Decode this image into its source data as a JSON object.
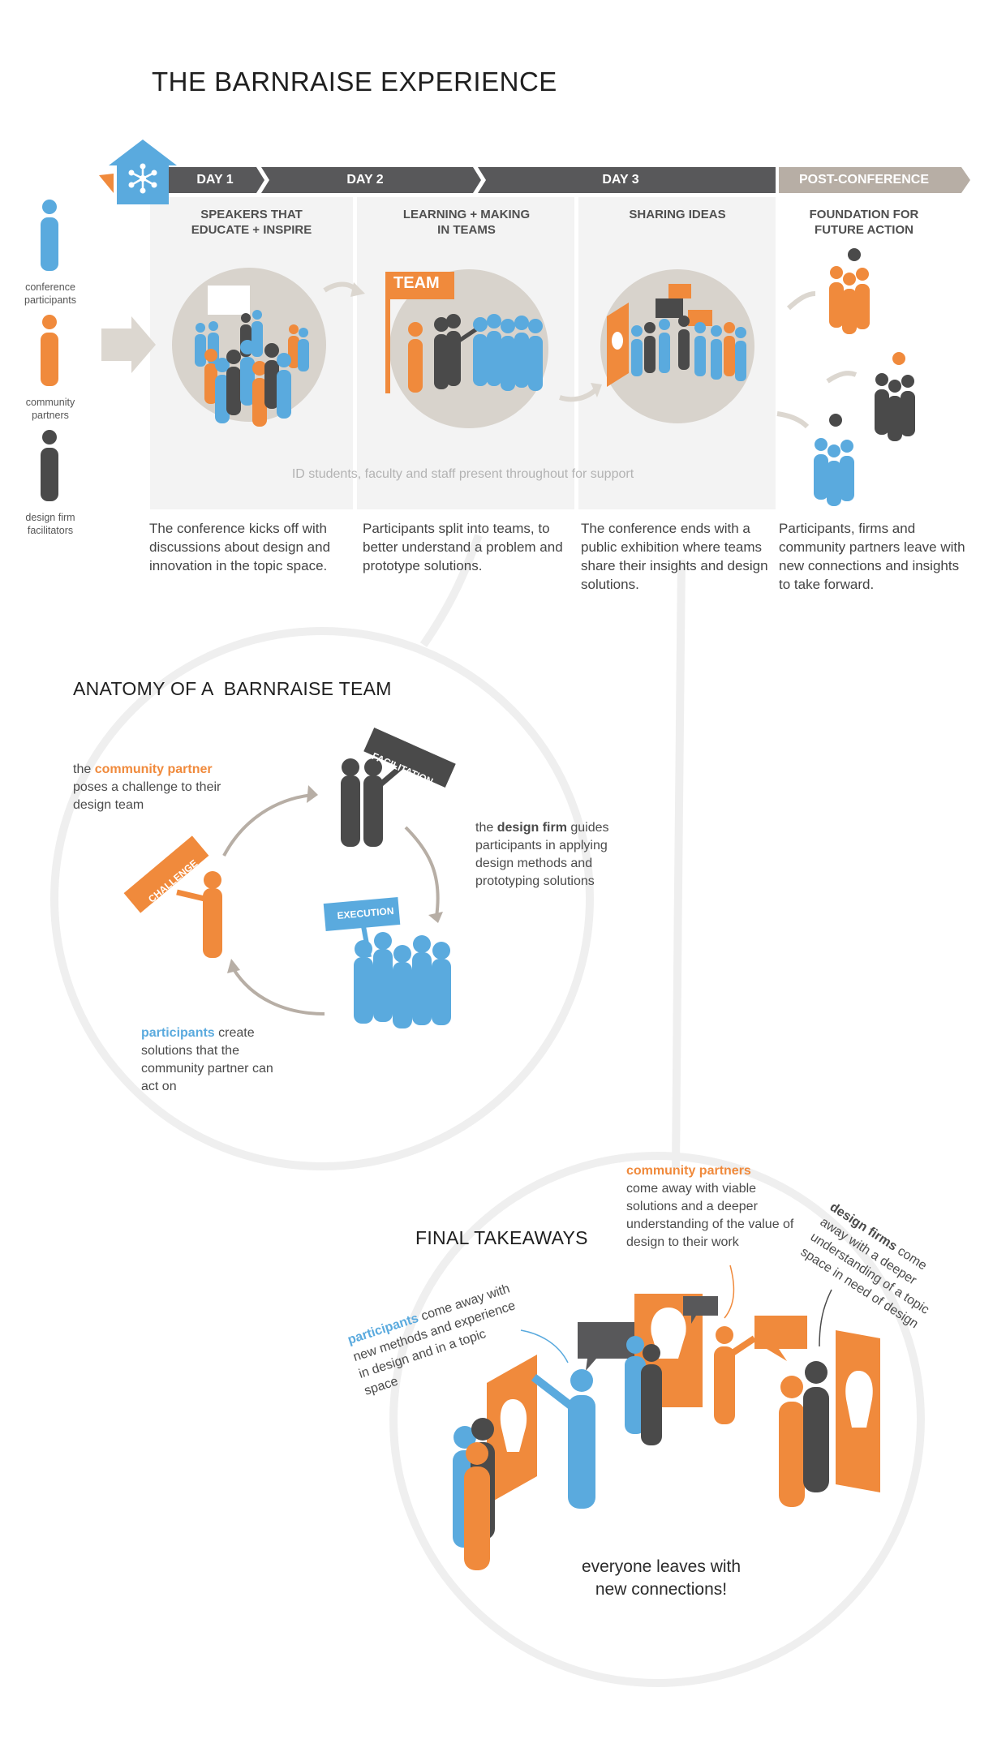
{
  "header": {
    "title": "THE BARNRAISE EXPERIENCE"
  },
  "timeline": {
    "days": [
      {
        "label": "DAY 1"
      },
      {
        "label": "DAY 2"
      },
      {
        "label": "DAY 3"
      },
      {
        "label": "POST-CONFERENCE"
      }
    ],
    "columns": [
      {
        "heading": "SPEAKERS THAT\nEDUCATE + INSPIRE",
        "description": "The conference kicks off with discussions about design and innovation in the topic space."
      },
      {
        "heading": "LEARNING + MAKING\nIN TEAMS",
        "description": "Participants split into teams, to better understand a problem and prototype solutions."
      },
      {
        "heading": "SHARING IDEAS",
        "description": "The conference ends with a public exhibition where teams share their insights and design solutions."
      },
      {
        "heading": "FOUNDATION FOR\nFUTURE ACTION",
        "description": "Participants, firms and community partners leave with new connections and insights to take forward."
      }
    ],
    "team_sign": "TEAM",
    "support_note": "ID students, faculty and staff present throughout for support"
  },
  "legend": [
    {
      "label": "conference\nparticipants",
      "color": "#5aaade"
    },
    {
      "label": "community\npartners",
      "color": "#f08a3c"
    },
    {
      "label": "design firm\nfacilitators",
      "color": "#4a4a4a"
    }
  ],
  "anatomy": {
    "title": "ANATOMY OF A  BARNRAISE TEAM",
    "partner_pre": "the ",
    "partner_hl": "community partner",
    "partner_post": " poses a challenge to their design team",
    "firm_pre": "the ",
    "firm_hl": "design firm",
    "firm_post": " guides participants in applying design methods and prototyping solutions",
    "participants_hl": "participants",
    "participants_post": " create solutions that the community partner can act on",
    "signs": {
      "facilitation": "FACILITATION",
      "challenge": "CHALLENGE",
      "execution": "EXECUTION"
    }
  },
  "takeaways": {
    "title": "FINAL TAKEAWAYS",
    "partners_hl": "community partners",
    "partners_post": "come away with viable solutions and a deeper understanding of the value of design to their work",
    "firms_hl": "design firms",
    "firms_post": " come away with a deeper understanding of a topic space in need of design",
    "participants_hl": "participants",
    "participants_post": " come away with new methods and experience in design and in a topic space",
    "closing": "everyone leaves with\nnew connections!"
  },
  "colors": {
    "blue": "#5aaade",
    "orange": "#f08a3c",
    "dark": "#4a4a4a",
    "beige": "#d8d3cc",
    "taupe": "#b7aea5"
  }
}
